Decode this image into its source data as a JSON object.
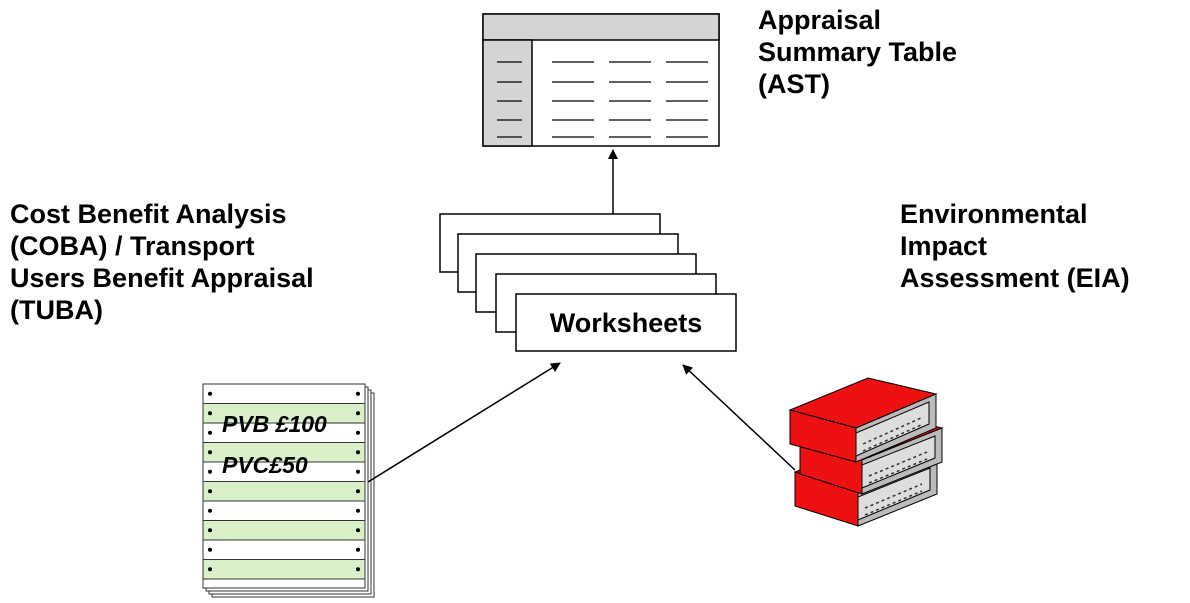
{
  "labels": {
    "ast": [
      "Appraisal",
      "Summary Table",
      "(AST)"
    ],
    "coba": [
      "Cost Benefit Analysis",
      "(COBA) / Transport",
      "Users Benefit Appraisal",
      "(TUBA)"
    ],
    "eia": [
      "Environmental",
      "Impact",
      "Assessment (EIA)"
    ]
  },
  "worksheets_label": "Worksheets",
  "printout": {
    "values": [
      "PVB £100",
      "PVC£50"
    ],
    "band_color": "#d9f0c8"
  },
  "colors": {
    "book_red": "#ee1111",
    "book_pages": "#bbbbbb",
    "table_header": "#d4d4d4"
  }
}
